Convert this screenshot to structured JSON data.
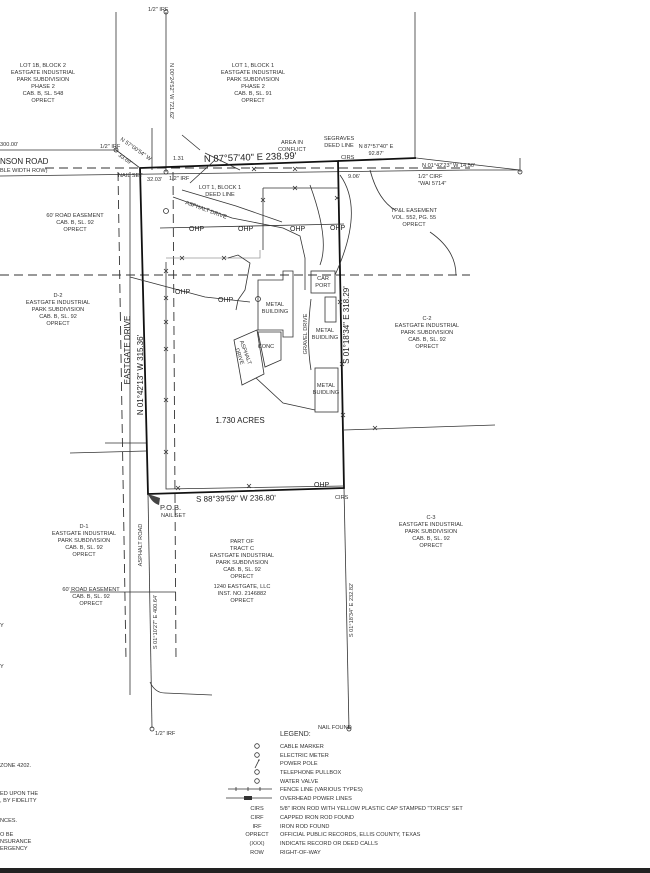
{
  "parcels": {
    "lot1b": [
      "LOT 1B, BLOCK 2",
      "EASTGATE INDUSTRIAL",
      "PARK SUBDIVISION",
      "PHASE 2",
      "CAB. B, SL. 548",
      "OPRECT"
    ],
    "lot1": [
      "LOT 1, BLOCK 1",
      "EASTGATE INDUSTRIAL",
      "PARK SUBDIVISION",
      "PHASE 2",
      "CAB. B, SL. 91",
      "OPRECT"
    ],
    "d2": [
      "D-2",
      "EASTGATE INDUSTRIAL",
      "PARK SUBDIVISION",
      "CAB. B, SL. 92",
      "OPRECT"
    ],
    "c2": [
      "C-2",
      "EASTGATE INDUSTRIAL",
      "PARK SUBDIVISION",
      "CAB. B, SL. 92",
      "OPRECT"
    ],
    "d1": [
      "D-1",
      "EASTGATE INDUSTRIAL",
      "PARK SUBDIVISION",
      "CAB. B, SL. 92",
      "OPRECT"
    ],
    "c3": [
      "C-3",
      "EASTGATE INDUSTRIAL",
      "PARK SUBDIVISION",
      "CAB. B, SL. 92",
      "OPRECT"
    ],
    "tractc": [
      "PART OF",
      "TRACT C",
      "EASTGATE INDUSTRIAL",
      "PARK SUBDIVISION",
      "CAB. B, SL. 92",
      "OPRECT"
    ],
    "owner": [
      "1240 EASTGATE, LLC",
      "INST. NO. 2146882",
      "OPRECT"
    ],
    "easement_top": [
      "60' ROAD EASEMENT",
      "CAB. B, SL. 92",
      "OPRECT"
    ],
    "easement_bottom": [
      "60' ROAD EASEMENT",
      "CAB. B, SL. 92",
      "OPRECT"
    ],
    "tpl": [
      "TP&L EASEMENT",
      "VOL. 552, PG. 55",
      "OPRECT"
    ]
  },
  "labels": {
    "irf_top": "1/2\" IRF",
    "irf_left": "1/2\" IRF",
    "irf_mid": "1/2\" IRF",
    "irf_bottom": "1/2\" IRF",
    "dist_300": "300.00'",
    "road_name": "NSON ROAD",
    "road_row": "BLE WIDTH ROW)",
    "nail_set": "NAIL SET",
    "bearing_diag": "N 57°00'54\" W",
    "dist_diag": "33.69'",
    "dist_3203": "32.03'",
    "dist_131": "1.31",
    "bearing_north_line": "N 00°24'52\" W  721.62'",
    "bearing_top": "N 87°57'40\" E  238.99'",
    "area_conflict": [
      "AREA IN",
      "CONFLICT"
    ],
    "segraves": [
      "SEGRAVES",
      "DEED LINE"
    ],
    "bearing_ne": "N 87°57'40\" E",
    "dist_ne": "92.87'",
    "cirs_top": "CIRS",
    "dist_906": "9.06'",
    "bearing_short": "N 01°42'23\" W  14.50'",
    "cirf": "1/2\" CIRF",
    "cirf_stamp": "\"WAI 5714\"",
    "lot1_deed": [
      "LOT 1, BLOCK 1",
      "DEED LINE"
    ],
    "asphalt_drive": "ASPHALT DRIVE",
    "asphalt_drive2": [
      "ASPHALT",
      "DRIVE"
    ],
    "car_port": [
      "CAR",
      "PORT"
    ],
    "metal_building": [
      "METAL",
      "BUILDING"
    ],
    "metal_building2": [
      "METAL",
      "BUIDLING"
    ],
    "metal_building3": [
      "METAL",
      "BUIDLING"
    ],
    "conc": "CONC",
    "gravel_drive": "GRAVEL DRIVE",
    "eastgate_drive": "EASTGATE DRIVE",
    "bearing_west": "N 01°42'13\" W  315.36'",
    "bearing_east": "S 01°18'34\" E  318.29'",
    "acres": "1.730 ACRES",
    "bearing_south": "S 88°39'59\" W  236.80'",
    "cirs_bottom": "CIRS",
    "pob": "P.O.B.",
    "pob_nail": "NAIL SET",
    "asphalt_road": "ASPHALT ROAD",
    "bearing_sw": "S 01°10'27\" E  400.64'",
    "bearing_se": "S 01°18'34\" E  232.82'",
    "nail_found": "NAIL FOUND",
    "ohp": "OHP"
  },
  "notes_left": [
    "Y",
    "Y",
    "ZONE 4202.",
    "ED UPON THE",
    ", BY FIDELITY",
    "NCES.",
    "O BE",
    "NSURANCE",
    "ERGENCY"
  ],
  "legend": {
    "title": "LEGEND:",
    "symbols": [
      {
        "icon": "cable-marker-icon",
        "label": "CABLE MARKER"
      },
      {
        "icon": "electric-meter-icon",
        "label": "ELECTRIC METER"
      },
      {
        "icon": "power-pole-icon",
        "label": "POWER POLE"
      },
      {
        "icon": "telephone-pullbox-icon",
        "label": "TELEPHONE PULLBOX"
      },
      {
        "icon": "water-valve-icon",
        "label": "WATER VALVE"
      },
      {
        "icon": "fence-line-icon",
        "label": "FENCE LINE (VARIOUS TYPES)"
      },
      {
        "icon": "overhead-power-icon",
        "label": "OVERHEAD POWER LINES"
      }
    ],
    "abbrev": [
      {
        "key": "CIRS",
        "label": "5/8\" IRON ROD  WITH YELLOW PLASTIC CAP STAMPED \"TXRCS\" SET"
      },
      {
        "key": "CIRF",
        "label": "CAPPED IRON ROD FOUND"
      },
      {
        "key": "IRF",
        "label": "IRON ROD FOUND"
      },
      {
        "key": "OPRECT",
        "label": "OFFICIAL PUBLIC RECORDS, ELLIS COUNTY, TEXAS"
      },
      {
        "key": "(XXX)",
        "label": "INDICATE RECORD OR DEED CALLS"
      },
      {
        "key": "ROW",
        "label": "RIGHT-OF-WAY"
      }
    ]
  }
}
